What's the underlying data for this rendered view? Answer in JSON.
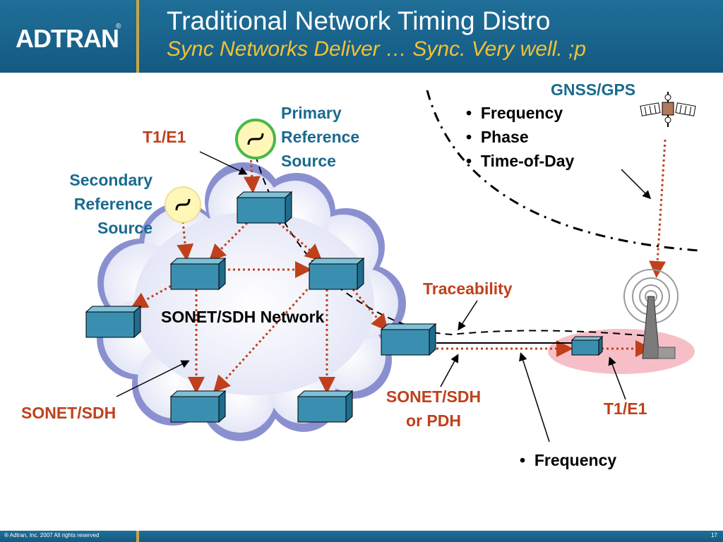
{
  "header": {
    "logo_text": "ADTRAN",
    "title": "Traditional Network Timing Distro",
    "subtitle": "Sync Networks Deliver … Sync. Very well. ;p"
  },
  "labels": {
    "primary_reference_source": [
      "Primary",
      "Reference",
      "Source"
    ],
    "secondary_reference_source": [
      "Secondary",
      "Reference",
      "Source"
    ],
    "t1e1_top": "T1/E1",
    "network": "SONET/SDH Network",
    "sonet_sdh_left": "SONET/SDH",
    "traceability": "Traceability",
    "sonet_sdh_or_pdh": [
      "SONET/SDH",
      "or PDH"
    ],
    "t1e1_right": "T1/E1",
    "gnss_title": "GNSS/GPS",
    "gnss_bullets": [
      "Frequency",
      "Phase",
      "Time-of-Day"
    ],
    "frequency_bullet": "Frequency"
  },
  "colors": {
    "header_bg": "#1a6690",
    "accent_gold": "#c9a54a",
    "subtitle_yellow": "#f2c233",
    "teal_text": "#1a6a8f",
    "red_text": "#c0401c",
    "node_fill": "#3a8fb0",
    "clock_fill": "#fff7b8",
    "clock_ring": "#48b848"
  },
  "footer": {
    "copyright": "® Adtran, Inc. 2007 All rights reserved",
    "page_number": "17"
  }
}
